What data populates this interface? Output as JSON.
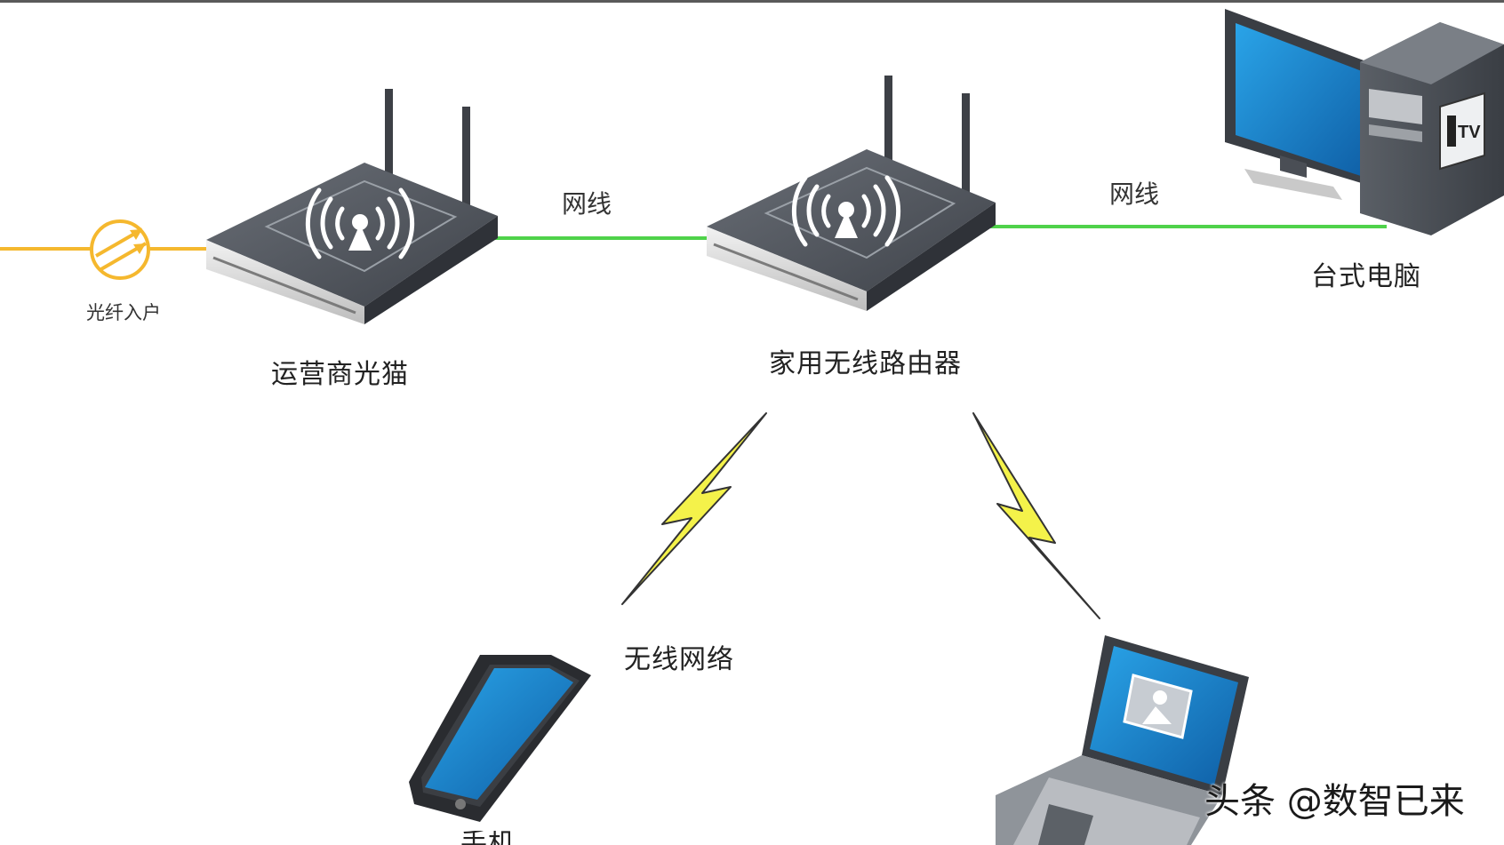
{
  "labels": {
    "fiber_in": "光纤入户",
    "modem": "运营商光猫",
    "router": "家用无线路由器",
    "desktop": "台式电脑",
    "cable_1": "网线",
    "cable_2": "网线",
    "wireless": "无线网络",
    "phone": "手机"
  },
  "watermark": "头条 @数智已来",
  "colors": {
    "fiber_line": "#f5b82e",
    "ethernet_line": "#4fd24a",
    "lightning_fill": "#f4f24a",
    "device_body": "#555a62",
    "screen_blue": "#1e86c8"
  }
}
